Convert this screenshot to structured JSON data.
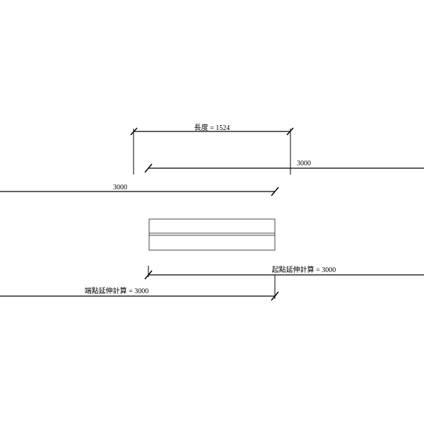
{
  "drawing": {
    "length_dimension": {
      "label": "長度 = 1524"
    },
    "upper_extension_right": {
      "label": "3000"
    },
    "upper_extension_left": {
      "label": "3000"
    },
    "start_extension_calc": {
      "label": "起點延伸計算 = 3000"
    },
    "end_extension_calc": {
      "label": "端點延伸計算 = 3000"
    }
  },
  "colors": {
    "line": "#000000",
    "part_outline": "#444444",
    "background": "#ffffff"
  }
}
